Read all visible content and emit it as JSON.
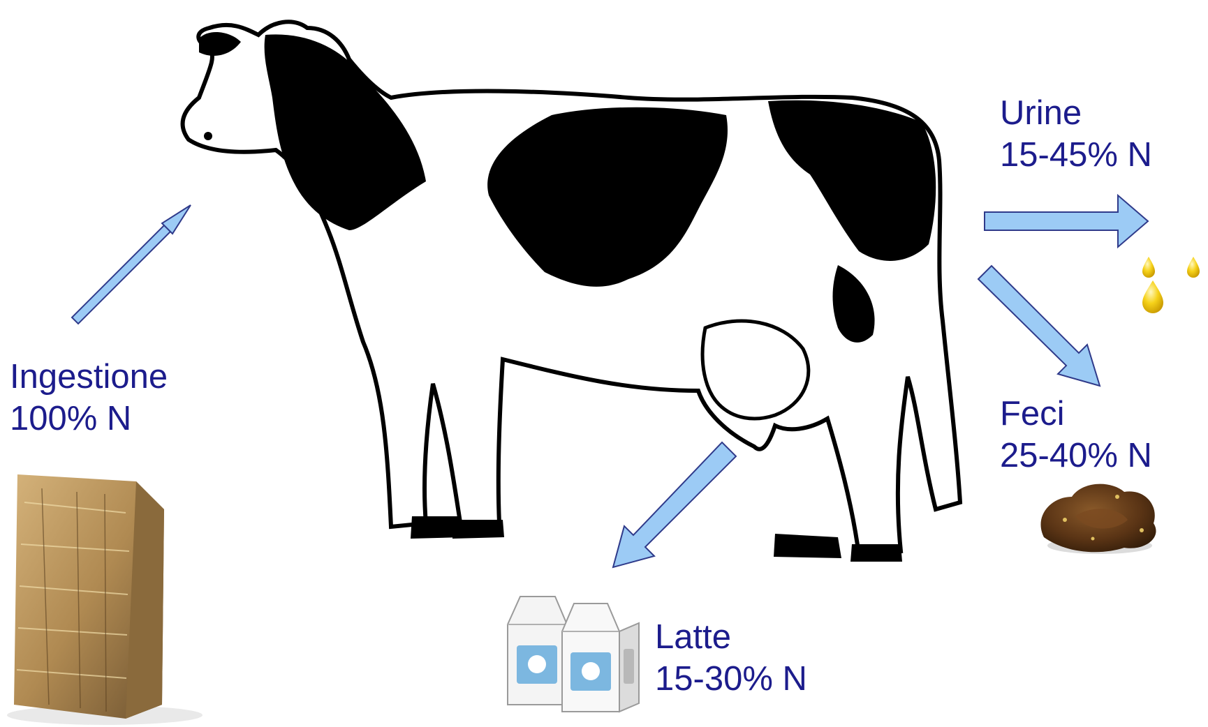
{
  "flows": {
    "ingestione": {
      "name": "Ingestione",
      "value": "100% N"
    },
    "urine": {
      "name": "Urine",
      "value": "15-45% N"
    },
    "feci": {
      "name": "Feci",
      "value": "25-40% N"
    },
    "latte": {
      "name": "Latte",
      "value": "15-30% N"
    }
  },
  "colors": {
    "label_text": "#1c1c8c",
    "arrow_fill": "#9ccbf5",
    "arrow_stroke": "#2f3a8a",
    "cow_spots": "#000000",
    "hay": "#b08a52",
    "manure": "#5a3415",
    "urine_drops": "#f2c200",
    "milk_carton": "#7cb7e0"
  },
  "icons": [
    "cow-illustration",
    "hay-bale-icon",
    "urine-drops-icon",
    "manure-icon",
    "milk-cartons-icon"
  ]
}
